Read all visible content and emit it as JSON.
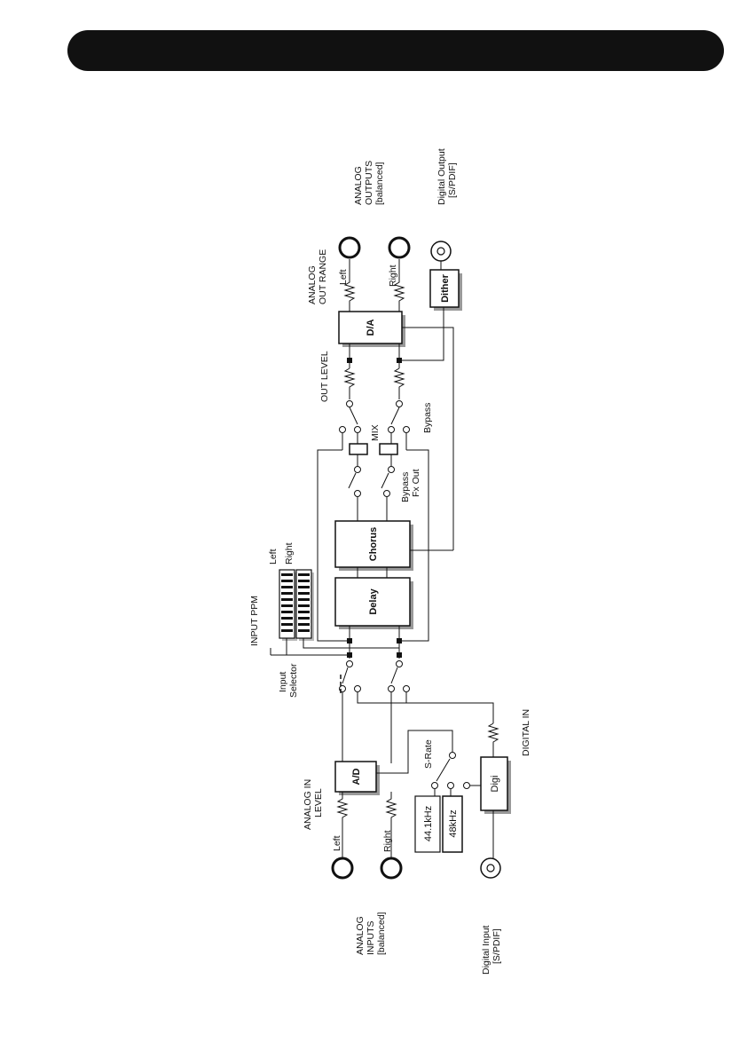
{
  "labels": {
    "analog_outputs": [
      "ANALOG",
      "OUTPUTS",
      "[balanced]"
    ],
    "digital_output": [
      "Digital Output",
      "[S/PDIF]"
    ],
    "analog_out_range": [
      "ANALOG",
      "OUT RANGE"
    ],
    "out_left": "Left",
    "out_right": "Right",
    "out_level": "OUT LEVEL",
    "mix": "MIX",
    "bypass": "Bypass",
    "bypass_fx_out": [
      "Bypass",
      "Fx Out"
    ],
    "input_ppm": "INPUT PPM",
    "ppm_left": "Left",
    "ppm_right": "Right",
    "input_selector": [
      "Input",
      "Selector"
    ],
    "s_rate": "S-Rate",
    "digital_in": "DIGITAL IN",
    "analog_in_level": [
      "ANALOG IN",
      "LEVEL"
    ],
    "in_left": "Left",
    "in_right": "Right",
    "analog_inputs": [
      "ANALOG",
      "INPUTS",
      "[balanced]"
    ],
    "digital_input": [
      "Digital Input",
      "[S/PDIF]"
    ]
  },
  "blocks": {
    "da": "D/A",
    "dither": "Dither",
    "chorus": "Chorus",
    "delay": "Delay",
    "ad": "A/D",
    "digi": "Digi",
    "rate_44": "44.1kHz",
    "rate_48": "48kHz"
  }
}
